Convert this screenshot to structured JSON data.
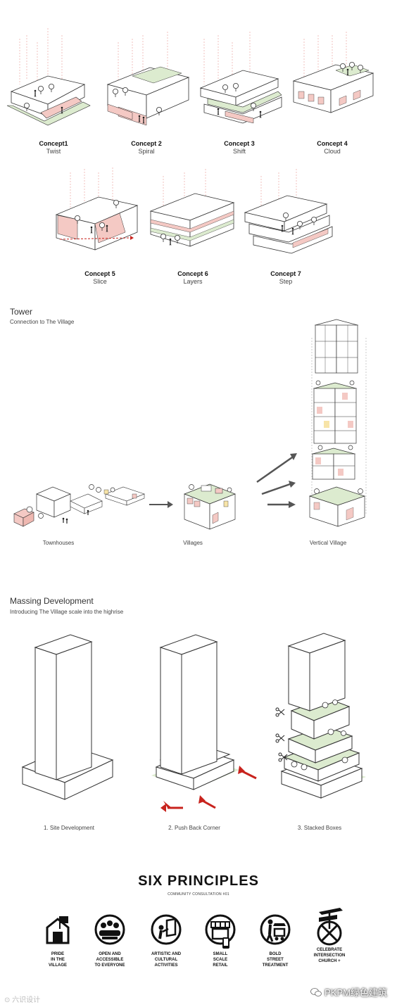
{
  "concepts": [
    {
      "title": "Concept1",
      "subtitle": "Twist"
    },
    {
      "title": "Concept 2",
      "subtitle": "Spiral"
    },
    {
      "title": "Concept 3",
      "subtitle": "Shift"
    },
    {
      "title": "Concept 4",
      "subtitle": "Cloud"
    },
    {
      "title": "Concept 5",
      "subtitle": "Slice"
    },
    {
      "title": "Concept 6",
      "subtitle": "Layers"
    },
    {
      "title": "Concept 7",
      "subtitle": "Step"
    }
  ],
  "tower": {
    "title": "Tower",
    "subtitle": "Connection to The Village",
    "stages": [
      "Townhouses",
      "Villages",
      "Vertical Village"
    ]
  },
  "massing": {
    "title": "Massing Development",
    "subtitle": "Introducing The Village scale into the highrise",
    "stages": [
      "1. Site Development",
      "2. Push Back Corner",
      "3. Stacked Boxes"
    ]
  },
  "principles": {
    "title": "SIX PRINCIPLES",
    "subtitle": "COMMUNITY CONSULTATION #01",
    "items": [
      {
        "label": "PRIDE\nIN THE\nVILLAGE",
        "icon": "house-flag-icon"
      },
      {
        "label": "OPEN AND\nACCESSIBLE\nTO EVERYONE",
        "icon": "community-table-icon"
      },
      {
        "label": "ARTISTIC AND\nCULTURAL\nACTIVITIES",
        "icon": "art-easel-icon"
      },
      {
        "label": "SMALL\nSCALE\nRETAIL",
        "icon": "storefront-icon"
      },
      {
        "label": "BOLD\nSTREET\nTREATMENT",
        "icon": "street-vendor-icon"
      },
      {
        "label": "CELEBRATE\nINTERSECTION\nCHURCH +",
        "icon": "intersection-signpost-icon"
      }
    ]
  },
  "watermarks": {
    "left": "六识设计",
    "right": "PKPM绿色建筑"
  },
  "colors": {
    "green": "#dcebcf",
    "pink": "#f4c9c4",
    "red": "#c8231d",
    "line": "#333333"
  }
}
